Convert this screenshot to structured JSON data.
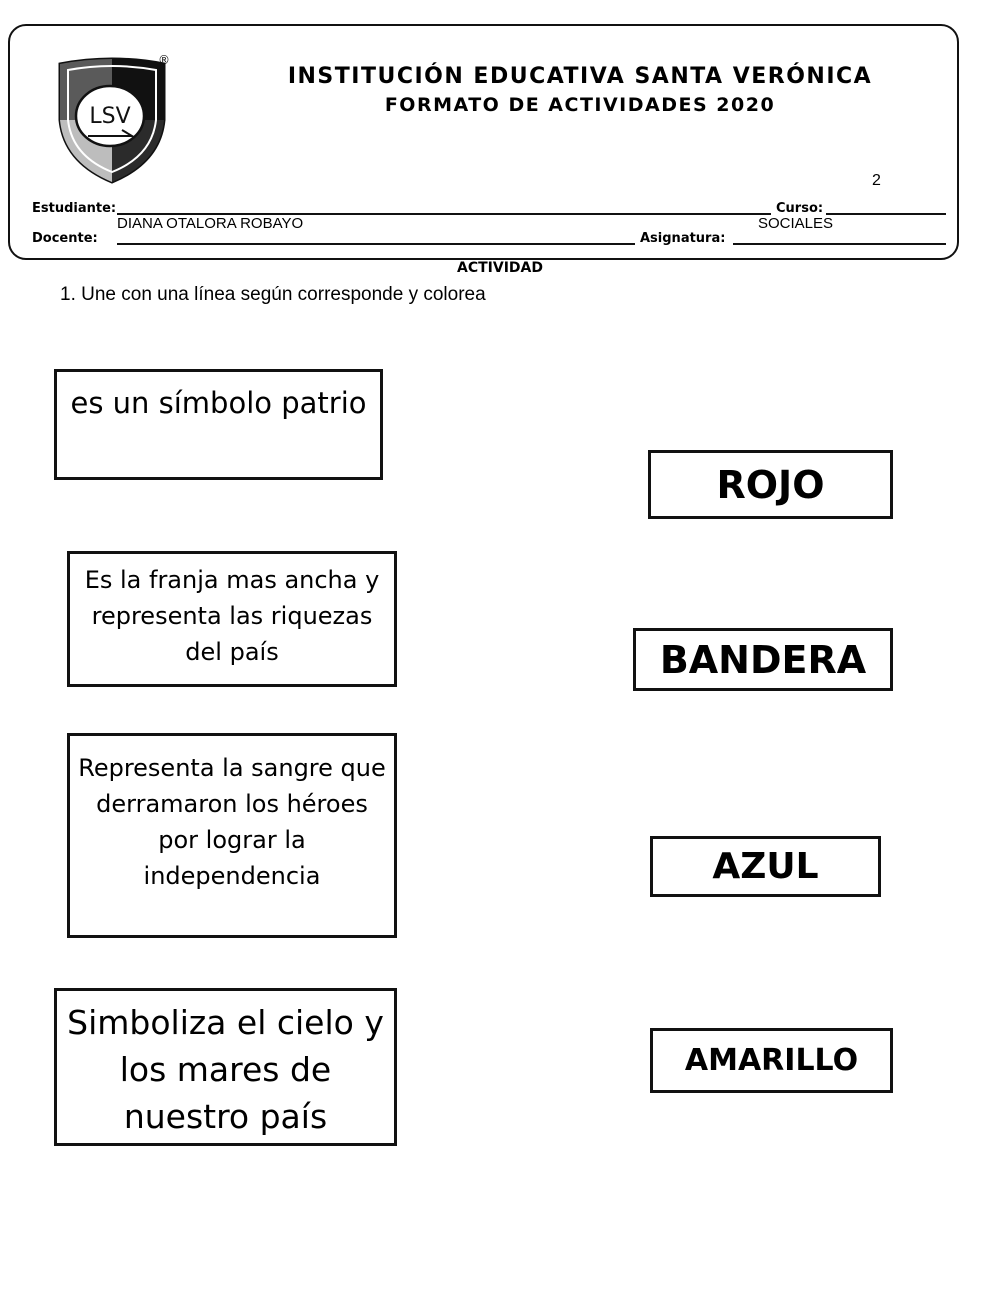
{
  "header": {
    "institution": "INSTITUCIÓN EDUCATIVA SANTA VERÓNICA",
    "format": "FORMATO DE ACTIVIDADES 2020",
    "page_number": "2",
    "logo": {
      "icon": "school-shield-logo",
      "text": "LSV",
      "mark": "®"
    }
  },
  "fields": {
    "estudiante_label": "Estudiante:",
    "estudiante_value": "DIANA OTALORA ROBAYO",
    "curso_label": "Curso:",
    "docente_label": "Docente:",
    "asignatura_label": "Asignatura:",
    "asignatura_value": "SOCIALES"
  },
  "activity": {
    "heading": "ACTIVIDAD",
    "instruction": "1. Une con una línea según corresponde y colorea"
  },
  "left_items": [
    {
      "lines": [
        "es un símbolo patrio"
      ]
    },
    {
      "lines": [
        "Es la franja mas ancha y",
        "representa las riquezas",
        "del país"
      ]
    },
    {
      "lines": [
        "Representa la sangre que",
        "derramaron los héroes",
        "por lograr la",
        "independencia"
      ]
    },
    {
      "lines": [
        "Simboliza el cielo y",
        "los mares de",
        "nuestro país"
      ]
    }
  ],
  "right_items": [
    {
      "label": "ROJO"
    },
    {
      "label": "BANDERA"
    },
    {
      "label": "AZUL"
    },
    {
      "label": "AMARILLO"
    }
  ]
}
